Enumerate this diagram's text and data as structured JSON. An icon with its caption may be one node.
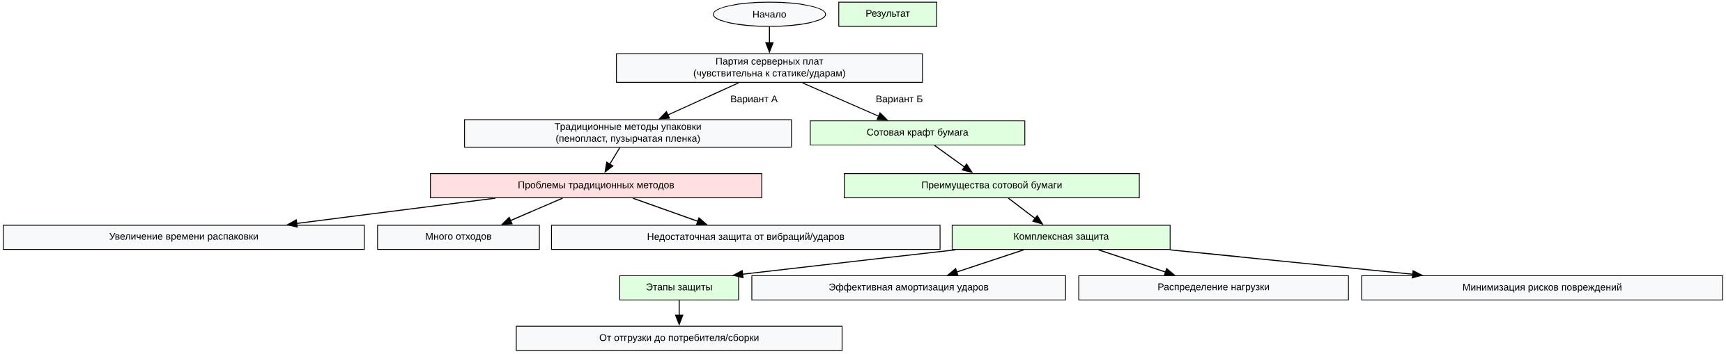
{
  "diagram": {
    "nodes": [
      {
        "text": [
          "Начало"
        ]
      },
      {
        "text": [
          "Результат"
        ]
      },
      {
        "text": [
          "Партия серверных плат",
          "(чувствительна к статике/ударам)"
        ]
      },
      {
        "text": [
          "Традиционные методы упаковки",
          "(пенопласт, пузырчатая пленка)"
        ]
      },
      {
        "text": [
          "Сотовая крафт бумага"
        ]
      },
      {
        "text": [
          "Проблемы традиционных методов"
        ]
      },
      {
        "text": [
          "Преимущества сотовой бумаги"
        ]
      },
      {
        "text": [
          "Увеличение времени распаковки"
        ]
      },
      {
        "text": [
          "Много отходов"
        ]
      },
      {
        "text": [
          "Недостаточная защита от вибраций/ударов"
        ]
      },
      {
        "text": [
          "Комплексная защита"
        ]
      },
      {
        "text": [
          "Этапы защиты"
        ]
      },
      {
        "text": [
          "Эффективная амортизация ударов"
        ]
      },
      {
        "text": [
          "Распределение нагрузки"
        ]
      },
      {
        "text": [
          "Минимизация рисков повреждений"
        ]
      },
      {
        "text": [
          "От отгрузки до потребителя/сборки"
        ]
      }
    ],
    "edges": [
      {
        "from": 0,
        "to": 2,
        "arrow": "to"
      },
      {
        "from": 2,
        "to": 3,
        "arrow": "to",
        "label": "Вариант А"
      },
      {
        "from": 2,
        "to": 4,
        "arrow": "to",
        "label": "Вариант Б"
      },
      {
        "from": 3,
        "to": 5,
        "arrow": "to"
      },
      {
        "from": 4,
        "to": 6,
        "arrow": "to"
      },
      {
        "from": 5,
        "to": 7,
        "arrow": "to"
      },
      {
        "from": 5,
        "to": 8,
        "arrow": "to"
      },
      {
        "from": 5,
        "to": 9,
        "arrow": "to"
      },
      {
        "from": 6,
        "to": 10,
        "arrow": "to"
      },
      {
        "from": 10,
        "to": 11,
        "arrow": "to"
      },
      {
        "from": 10,
        "to": 12,
        "arrow": "to"
      },
      {
        "from": 10,
        "to": 13,
        "arrow": "to"
      },
      {
        "from": 10,
        "to": 14,
        "arrow": "to"
      },
      {
        "from": 11,
        "to": 15,
        "arrow": "to"
      }
    ]
  }
}
